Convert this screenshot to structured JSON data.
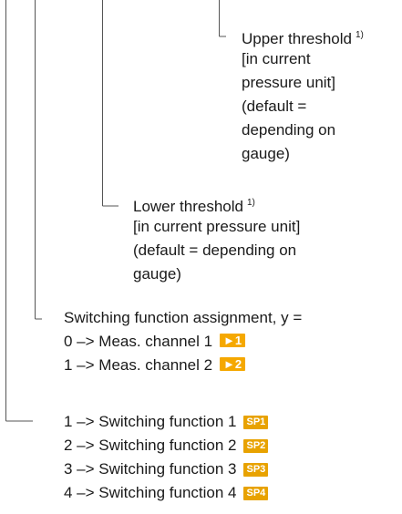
{
  "upper": {
    "title": "Upper threshold",
    "sup": "1)",
    "lines": [
      "[in current",
      "pressure unit]",
      "(default =",
      "depending on",
      "gauge)"
    ]
  },
  "lower": {
    "title": "Lower threshold",
    "sup": "1)",
    "lines": [
      "[in current pressure unit]",
      "(default = depending on",
      "gauge)"
    ]
  },
  "assignment": {
    "title": "Switching function assignment, y =",
    "items": [
      {
        "text": "0 –> Meas. channel 1",
        "badge": "►1"
      },
      {
        "text": "1 –> Meas. channel 2",
        "badge": "►2"
      }
    ]
  },
  "switching": {
    "items": [
      {
        "text": "1 –> Switching function 1",
        "badge": "SP1"
      },
      {
        "text": "2 –> Switching function 2",
        "badge": "SP2"
      },
      {
        "text": "3 –> Switching function 3",
        "badge": "SP3"
      },
      {
        "text": "4 –> Switching function 4",
        "badge": "SP4"
      }
    ]
  },
  "colors": {
    "line": "#555555",
    "badge": "#f5a800"
  }
}
